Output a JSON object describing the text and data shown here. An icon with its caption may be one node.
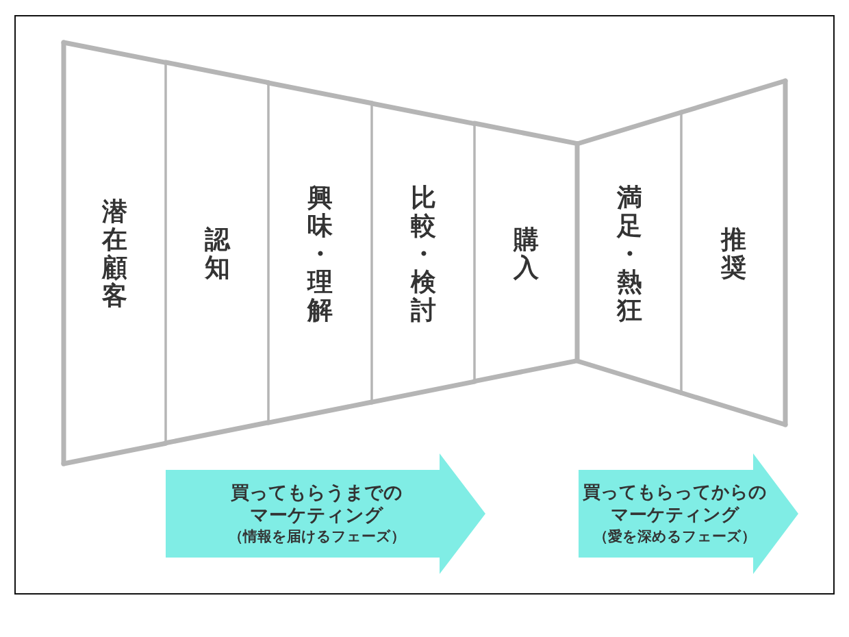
{
  "diagram": {
    "nodes": [
      {
        "text": [
          "潜在顧客"
        ]
      },
      {
        "text": [
          "認知"
        ]
      },
      {
        "text": [
          "興味・理解"
        ]
      },
      {
        "text": [
          "比較・検討"
        ]
      },
      {
        "text": [
          "購入"
        ]
      },
      {
        "text": [
          "満足・熱狂"
        ]
      },
      {
        "text": [
          "推奨"
        ]
      },
      {
        "text": [
          "買ってもらうまでのマーケティング",
          "（情報を届けるフェーズ）"
        ]
      },
      {
        "text": [
          "買ってもらってからのマーケティング",
          "（愛を深めるフェーズ）"
        ]
      }
    ]
  }
}
